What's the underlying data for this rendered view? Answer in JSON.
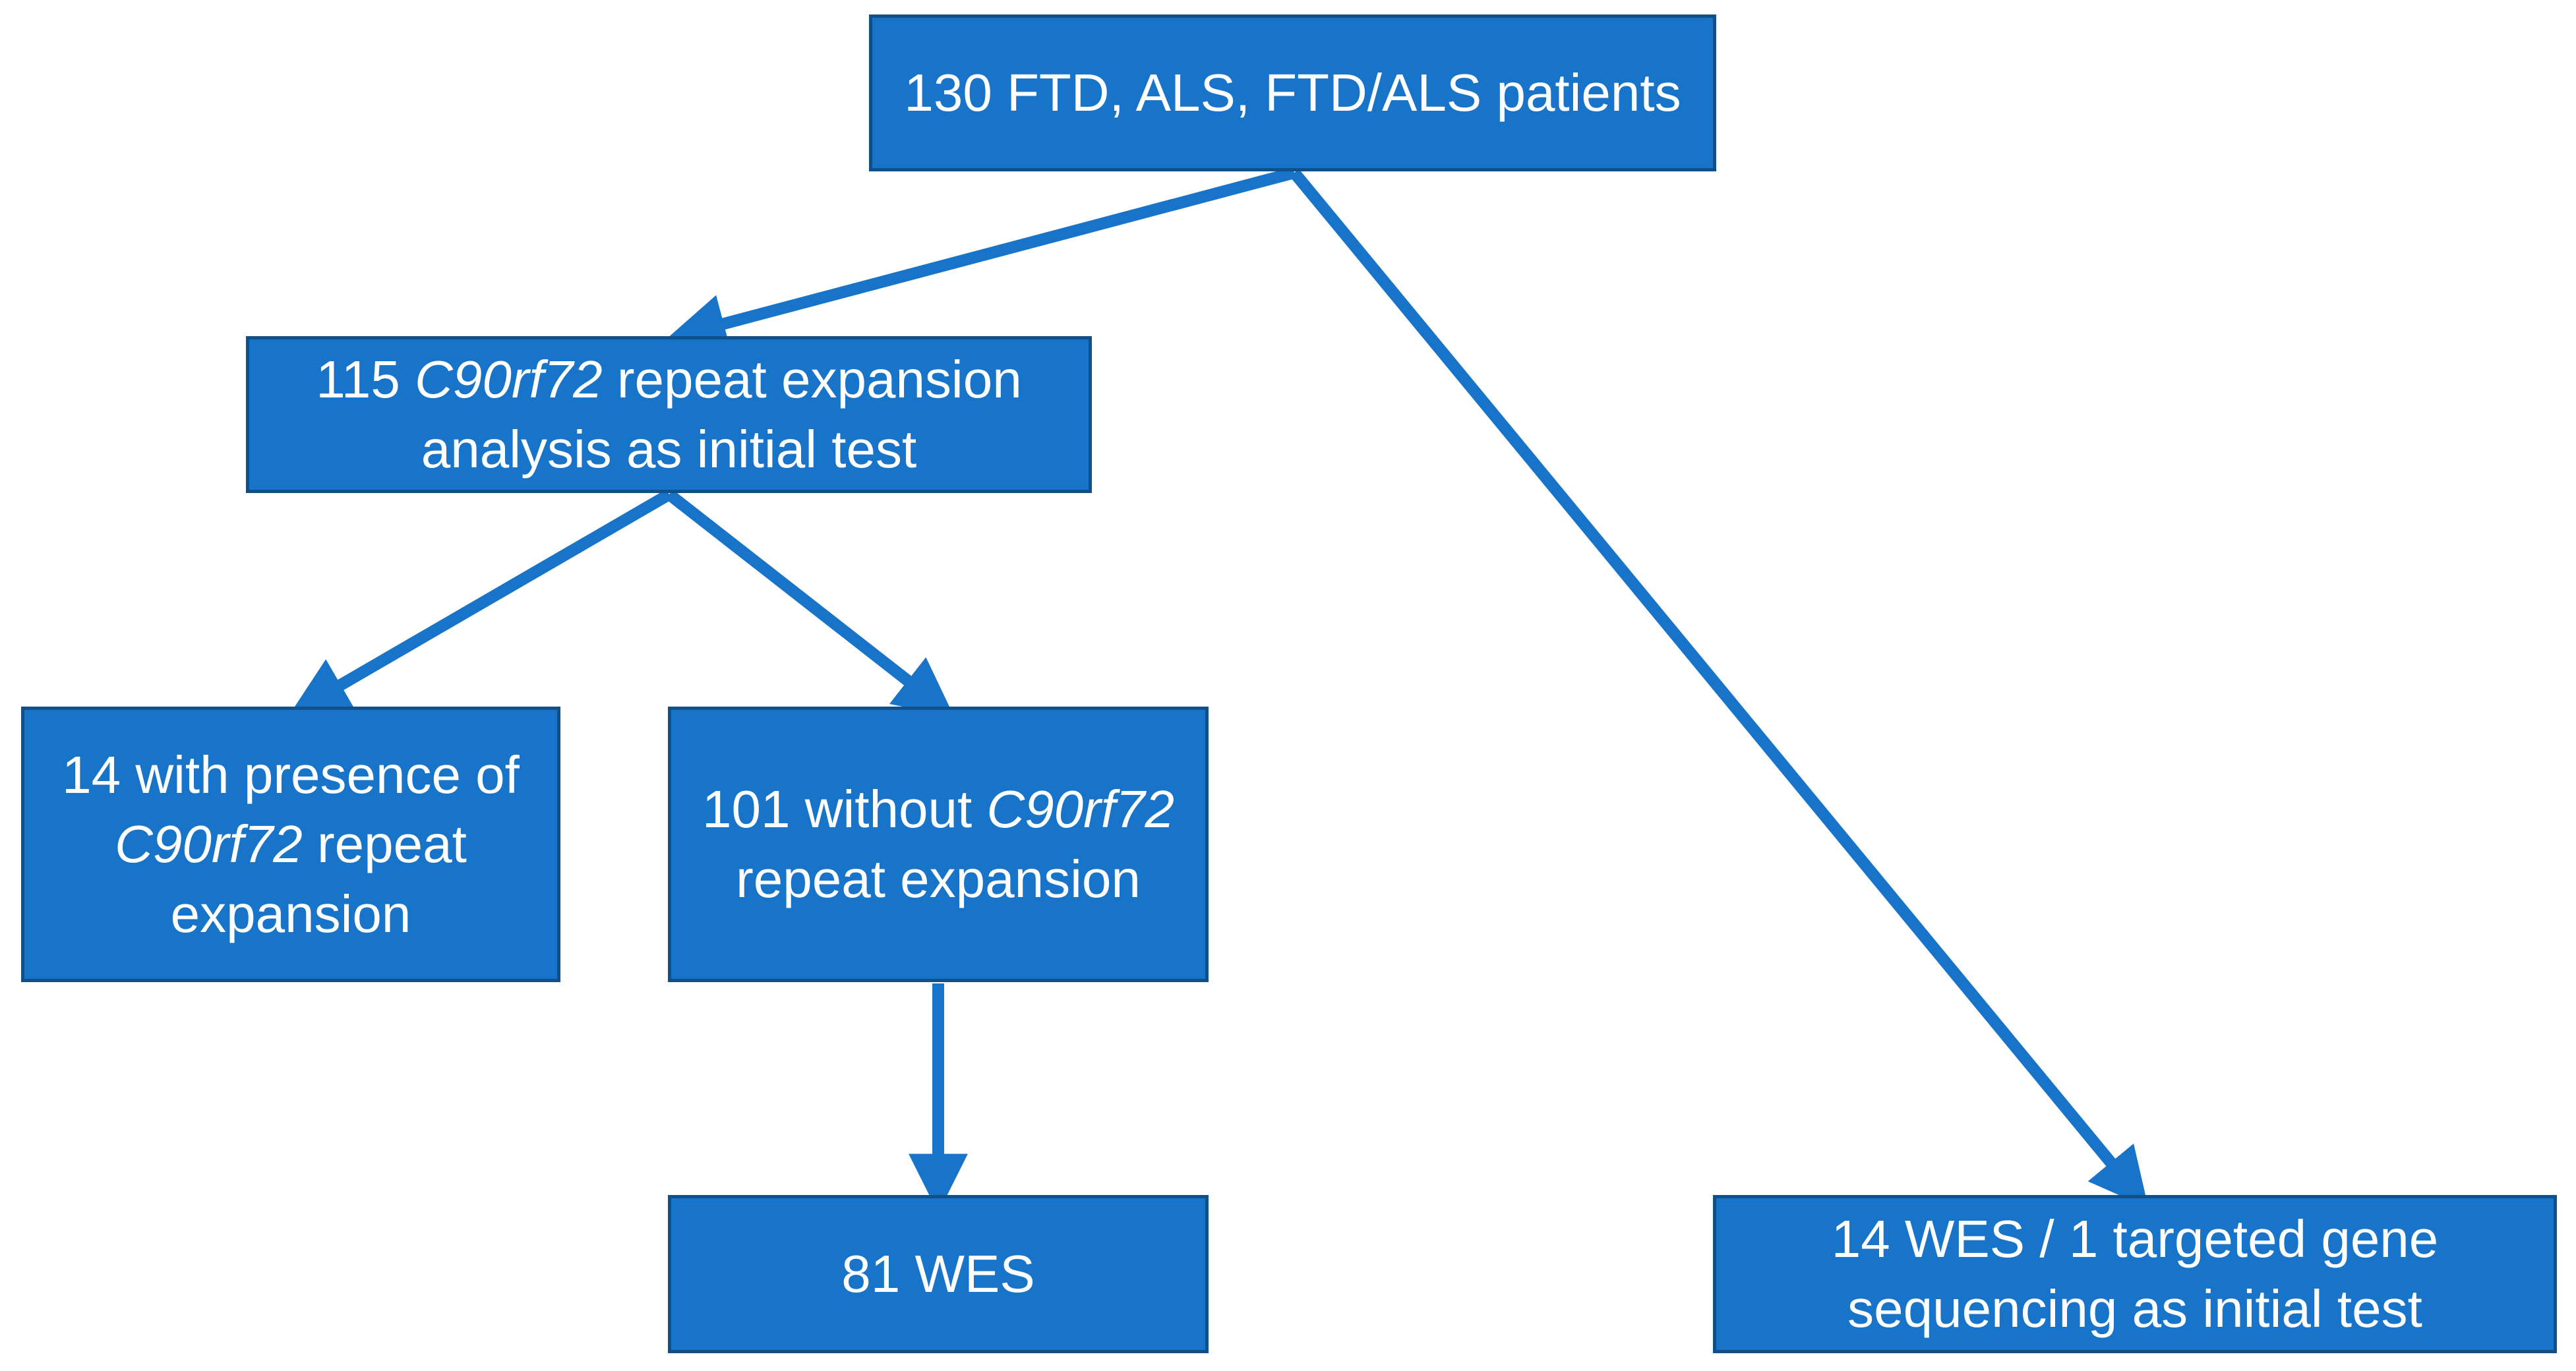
{
  "colors": {
    "box_fill": "#1874C8",
    "box_border": "#0F4F8A",
    "arrow": "#1874C8",
    "text": "#ffffff"
  },
  "nodes": {
    "root": {
      "text": "130 FTD, ALS, FTD/ALS patients"
    },
    "c9_test": {
      "line1_prefix": "115 ",
      "line1_gene": "C90rf72",
      "line1_suffix": " repeat expansion",
      "line2": "analysis as initial test"
    },
    "positive": {
      "line1": "14 with presence of",
      "line2_gene": "C90rf72",
      "line2_suffix": " repeat",
      "line3": "expansion"
    },
    "negative": {
      "line1_prefix": "101 without ",
      "line1_gene": "C90rf72",
      "line2": "repeat expansion"
    },
    "wes": {
      "text": "81 WES"
    },
    "direct": {
      "line1": "14 WES / 1 targeted gene",
      "line2": "sequencing as initial test"
    }
  },
  "edges": [
    {
      "from": "root",
      "to": "c9_test"
    },
    {
      "from": "root",
      "to": "direct"
    },
    {
      "from": "c9_test",
      "to": "positive"
    },
    {
      "from": "c9_test",
      "to": "negative"
    },
    {
      "from": "negative",
      "to": "wes"
    }
  ]
}
